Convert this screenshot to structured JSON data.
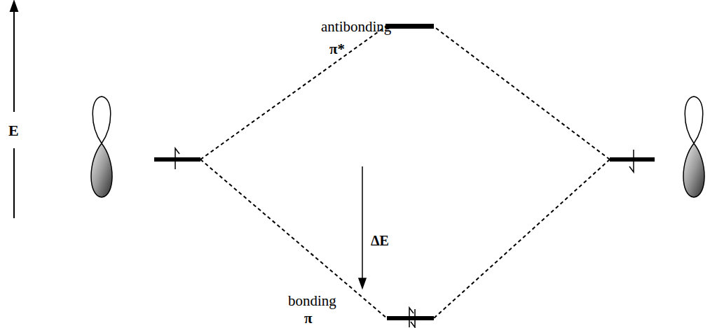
{
  "diagram": {
    "labels": [
      "E",
      "antibonding",
      "π*",
      "ΔE",
      "bonding",
      "π"
    ]
  }
}
